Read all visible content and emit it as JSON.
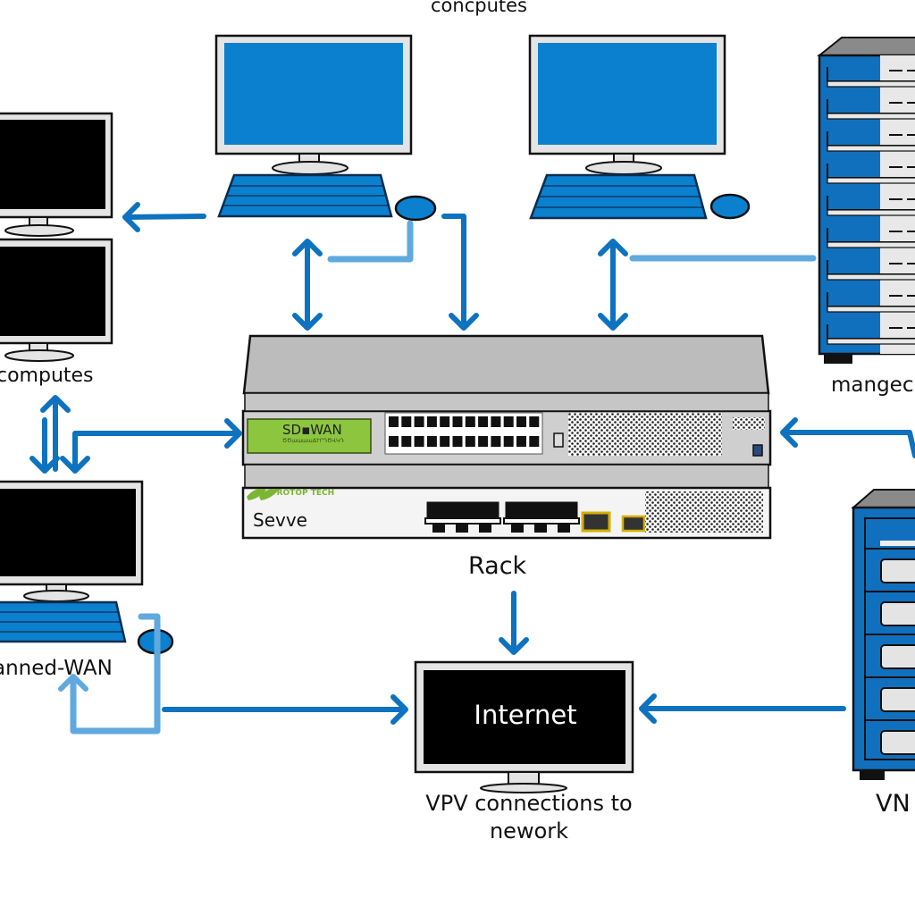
{
  "title": "SD-WAN network diagram",
  "colors": {
    "arrow": "#0d72bf",
    "arrow_light": "#5fa9df",
    "screen_blue": "#0a80cf",
    "screen_black": "#000000",
    "server_blue": "#1170bd",
    "chassis_grey": "#bcbcbc",
    "sdwan_green": "#8cc63f"
  },
  "labels": {
    "top_computers": "concputes",
    "left_computers": "computes",
    "left_bottom": "anned-WAN",
    "managed": "mangec",
    "rack": "Rack",
    "internet": "Internet",
    "vpn_line1": "VPV  connections to",
    "vpn_line2": "nework",
    "right_bottom": "VN"
  },
  "rack": {
    "top_unit_badge": "SD▪WAN",
    "top_unit_badge_sub": "ԾԾաաաաՃՒՐԴԾՎԿԴ",
    "bottom_unit_brand": "PROTOP TECH",
    "bottom_unit_label": "Sevve"
  },
  "nodes": [
    {
      "id": "workstation-top-left",
      "type": "desktop",
      "screen": "blue"
    },
    {
      "id": "workstation-top-right",
      "type": "desktop",
      "screen": "blue"
    },
    {
      "id": "monitor-left-1",
      "type": "monitor",
      "screen": "black"
    },
    {
      "id": "monitor-left-2",
      "type": "monitor",
      "screen": "black"
    },
    {
      "id": "workstation-left-bottom",
      "type": "desktop",
      "screen": "black"
    },
    {
      "id": "server-rack-managed",
      "type": "server"
    },
    {
      "id": "server-tower-vn",
      "type": "server"
    },
    {
      "id": "sdwan-rack",
      "type": "rack"
    },
    {
      "id": "internet-monitor",
      "type": "monitor",
      "screen": "black"
    }
  ]
}
